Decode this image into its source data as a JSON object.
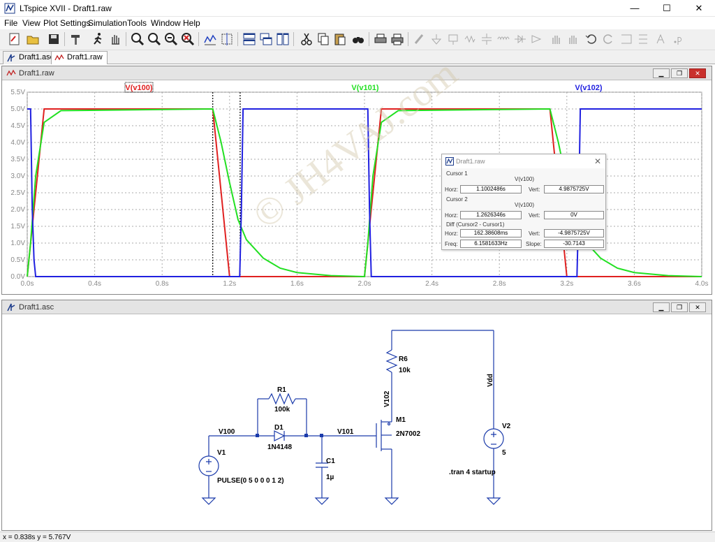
{
  "app": {
    "title": "LTspice XVII - Draft1.raw"
  },
  "window_controls": {
    "minimize": "—",
    "maximize": "☐",
    "close": "✕"
  },
  "menu": [
    "File",
    "View",
    "Plot Settings",
    "Simulation",
    "Tools",
    "Window",
    "Help"
  ],
  "toolbar_icons": [
    "new-schematic-icon",
    "open-icon",
    "save-icon",
    "hammer-icon",
    "run-icon",
    "pan-hand-icon",
    "zoom-in-icon",
    "zoom-area-icon",
    "zoom-out-icon",
    "zoom-cancel-icon",
    "autorange-icon",
    "plot-cursor-icon",
    "tile-horizontal-icon",
    "cascade-icon",
    "tile-vertical-icon",
    "cut-icon",
    "copy-icon",
    "paste-icon",
    "find-icon",
    "print-icon",
    "print-setup-icon",
    "pencil-icon",
    "ground-icon",
    "label-icon",
    "resistor-icon",
    "capacitor-icon",
    "inductor-icon",
    "diode-icon",
    "component-icon",
    "move-icon",
    "drag-icon",
    "undo-icon",
    "redo-icon",
    "rotate-icon",
    "mirror-icon",
    "text-icon",
    "spice-directive-icon"
  ],
  "tabs": [
    {
      "label": "Draft1.asc",
      "icon": "schematic-icon"
    },
    {
      "label": "Draft1.raw",
      "icon": "waveform-icon"
    }
  ],
  "waveform_window": {
    "title": "Draft1.raw"
  },
  "schematic_window": {
    "title": "Draft1.asc"
  },
  "chart_data": {
    "type": "line",
    "xlim": [
      0,
      4
    ],
    "ylim": [
      0,
      5.5
    ],
    "grid": true,
    "x_ticks": [
      "0.0s",
      "0.4s",
      "0.8s",
      "1.2s",
      "1.6s",
      "2.0s",
      "2.4s",
      "2.8s",
      "3.2s",
      "3.6s",
      "4.0s"
    ],
    "y_ticks": [
      "0.0V",
      "0.5V",
      "1.0V",
      "1.5V",
      "2.0V",
      "2.5V",
      "3.0V",
      "3.5V",
      "4.0V",
      "4.5V",
      "5.0V",
      "5.5V"
    ],
    "series": [
      {
        "name": "V(v100)",
        "color": "#e02020",
        "x": [
          0,
          0.1,
          1.1,
          1.2,
          2.0,
          2.1,
          3.1,
          3.2,
          4.0
        ],
        "y": [
          0,
          5,
          5,
          0,
          0,
          5,
          5,
          0,
          0
        ]
      },
      {
        "name": "V(v101)",
        "color": "#22e022",
        "x": [
          0,
          0.02,
          0.05,
          0.1,
          0.2,
          1.1,
          1.15,
          1.2,
          1.25,
          1.3,
          1.4,
          1.5,
          1.6,
          1.8,
          2.0,
          2.02,
          2.05,
          2.1,
          2.2,
          3.1,
          3.15,
          3.2,
          3.25,
          3.3,
          3.4,
          3.5,
          3.6,
          3.8,
          4.0
        ],
        "y": [
          0,
          1.0,
          3.0,
          4.6,
          4.95,
          5,
          4.0,
          2.8,
          1.7,
          1.1,
          0.55,
          0.25,
          0.12,
          0.03,
          0,
          1.0,
          3.0,
          4.6,
          4.95,
          5,
          4.0,
          2.8,
          1.7,
          1.1,
          0.55,
          0.25,
          0.12,
          0.03,
          0
        ]
      },
      {
        "name": "V(v102)",
        "color": "#2020e0",
        "x": [
          0,
          0.02,
          0.03,
          0.04,
          0.05,
          1.26,
          1.27,
          1.28,
          2.02,
          2.03,
          2.04,
          3.26,
          3.27,
          3.28,
          4.0
        ],
        "y": [
          5,
          5,
          2,
          0.5,
          0,
          0,
          2,
          5,
          5,
          2,
          0,
          0,
          2,
          5,
          5
        ]
      }
    ],
    "cursors": [
      1.1002,
      1.2626
    ]
  },
  "cursor_panel": {
    "title": "Draft1.raw",
    "cursor1": {
      "heading": "Cursor 1",
      "trace": "V(v100)",
      "horz_label": "Horz:",
      "horz": "1.1002486s",
      "vert_label": "Vert:",
      "vert": "4.9875725V"
    },
    "cursor2": {
      "heading": "Cursor 2",
      "trace": "V(v100)",
      "horz_label": "Horz:",
      "horz": "1.2626346s",
      "vert_label": "Vert:",
      "vert": "0V"
    },
    "diff": {
      "heading": "Diff (Cursor2 - Cursor1)",
      "horz_label": "Horz:",
      "horz": "162.38608ms",
      "vert_label": "Vert:",
      "vert": "-4.9875725V",
      "freq_label": "Freq:",
      "freq": "6.1581633Hz",
      "slope_label": "Slope:",
      "slope": "-30.7143"
    }
  },
  "schematic": {
    "v1_name": "V1",
    "v1_value": "PULSE(0 5 0 0 0 1 2)",
    "v2_name": "V2",
    "v2_value": "5",
    "r1_name": "R1",
    "r1_value": "100k",
    "r6_name": "R6",
    "r6_value": "10k",
    "d1_name": "D1",
    "d1_value": "1N4148",
    "c1_name": "C1",
    "c1_value": "1µ",
    "m1_name": "M1",
    "m1_value": "2N7002",
    "net_v100": "V100",
    "net_v101": "V101",
    "net_v102": "V102",
    "net_vdd": "Vdd",
    "directive": ".tran 4 startup"
  },
  "watermark": "© JH4VAJ.com",
  "status": "x = 0.838s   y = 5.767V"
}
